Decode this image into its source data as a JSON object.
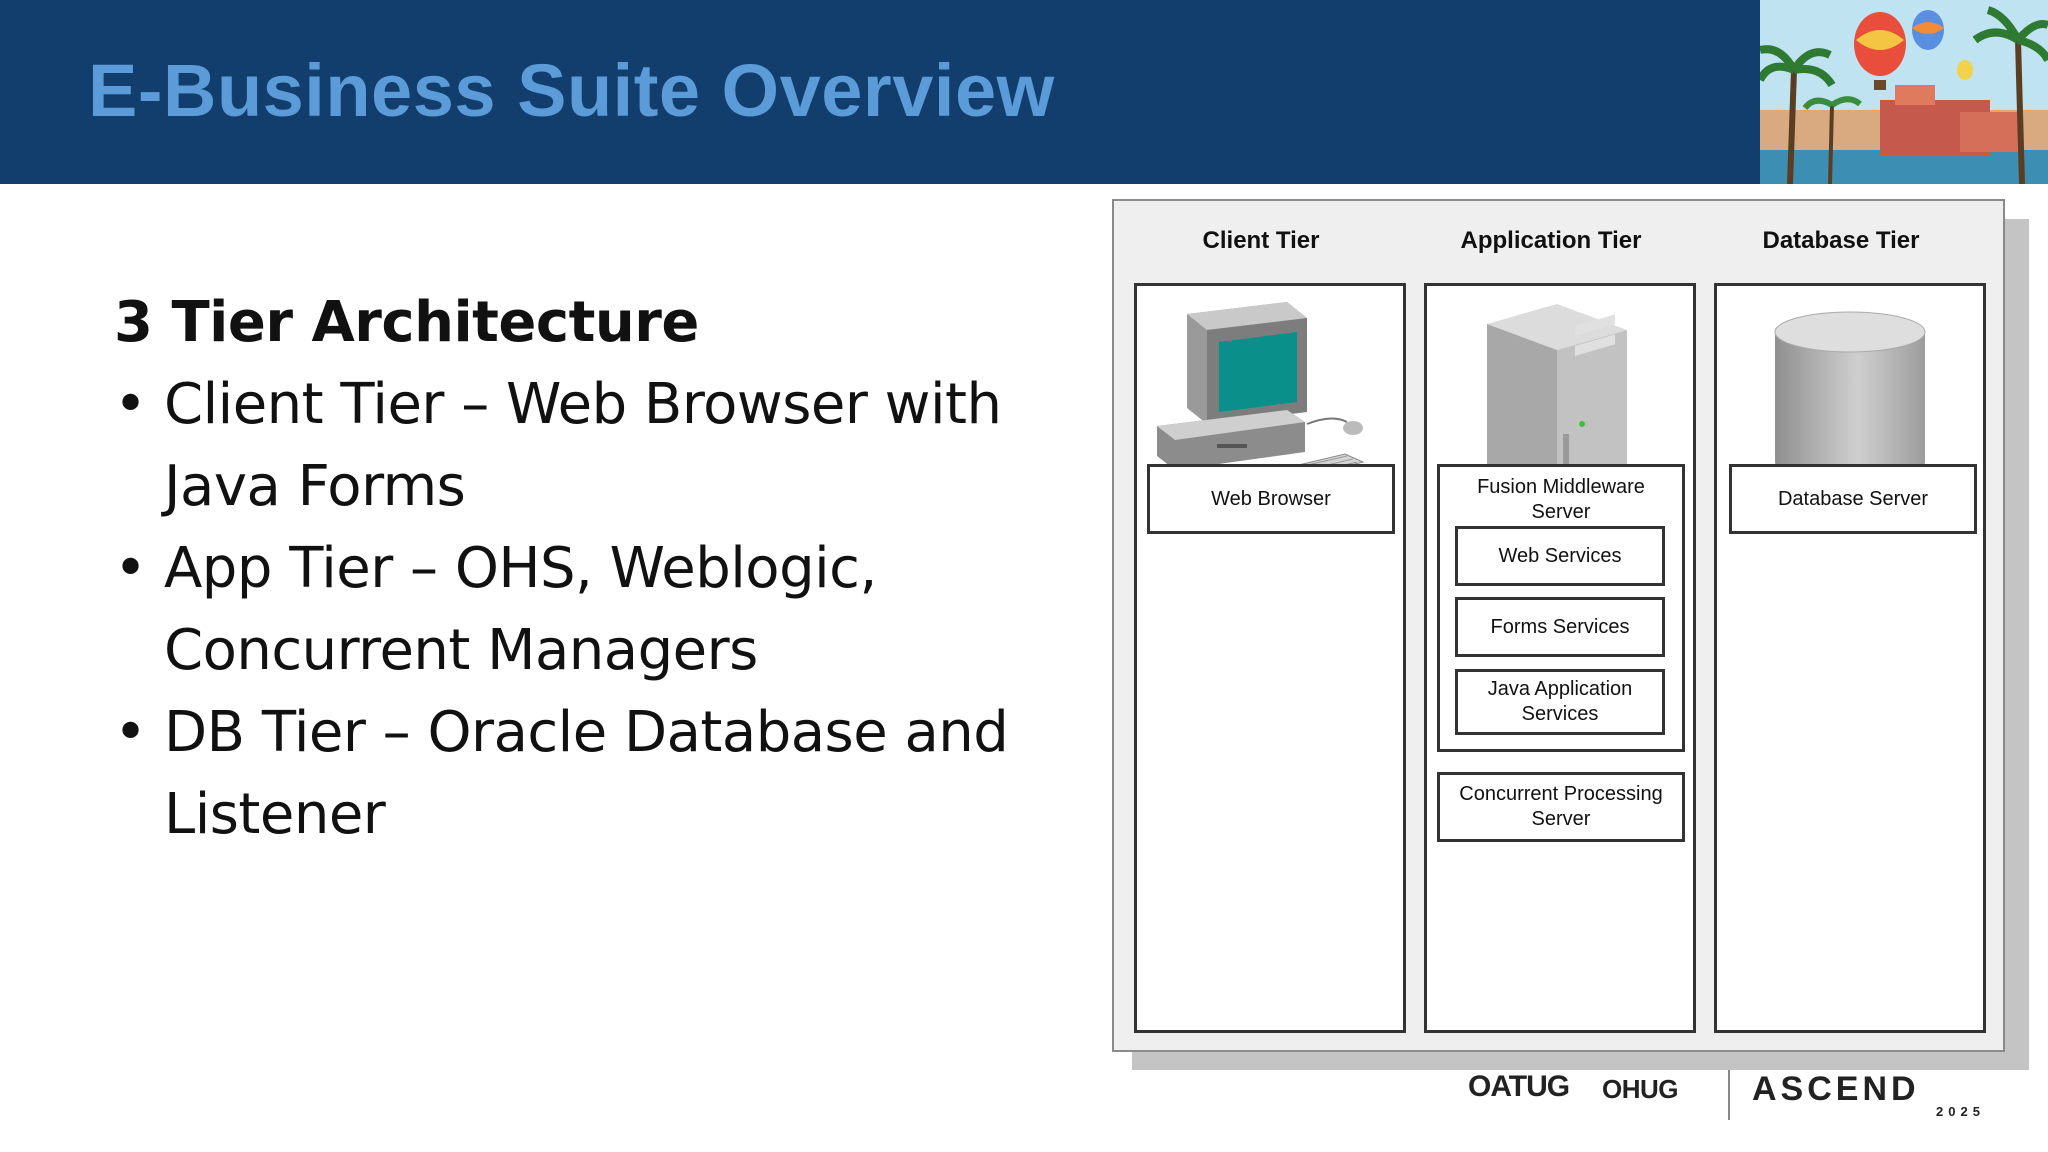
{
  "slide": {
    "title": "E-Business Suite Overview"
  },
  "content": {
    "heading": "3 Tier Architecture",
    "bullet_symbol": "•",
    "bullets": [
      {
        "line1": "Client Tier – Web Browser with",
        "line2": "Java Forms"
      },
      {
        "line1": "App Tier – OHS, Weblogic,",
        "line2": "Concurrent Managers"
      },
      {
        "line1": "DB Tier – Oracle Database and",
        "line2": "Listener"
      }
    ]
  },
  "diagram": {
    "tiers": [
      {
        "title": "Client Tier",
        "icon": "desktop-computer-icon"
      },
      {
        "title": "Application Tier",
        "icon": "server-tower-icon"
      },
      {
        "title": "Database Tier",
        "icon": "database-cylinder-icon"
      }
    ],
    "client_box": "Web Browser",
    "fmw_box": {
      "line1": "Fusion Middleware",
      "line2": "Server"
    },
    "services": [
      {
        "line1": "Web Services",
        "line2": ""
      },
      {
        "line1": "Forms Services",
        "line2": ""
      },
      {
        "line1": "Java Application",
        "line2": "Services"
      }
    ],
    "cp_box": {
      "line1": "Concurrent Processing",
      "line2": "Server"
    },
    "db_box": "Database Server",
    "colors": {
      "screen": "#0a8f8a",
      "header_bg": "#123e6e",
      "title_text": "#5b9bd8"
    }
  },
  "footer": {
    "logos": {
      "oatug": "OATUG",
      "ohug": "OHUG",
      "ascend": "ASCEND",
      "year": "2025"
    }
  }
}
